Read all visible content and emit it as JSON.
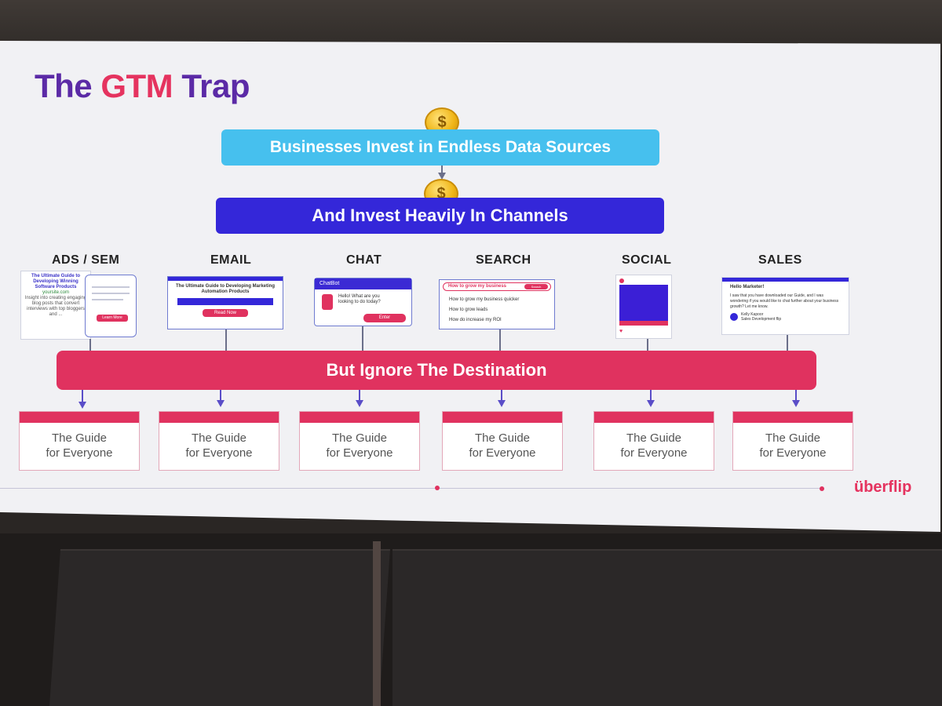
{
  "slide": {
    "title_part1": "The",
    "title_accent": "GTM",
    "title_part2": "Trap",
    "coin_symbol": "$",
    "step1": "Businesses Invest in Endless Data Sources",
    "step2": "And Invest Heavily In Channels",
    "step3": "But Ignore The Destination",
    "logo": "überflip"
  },
  "channels": [
    {
      "label": "ADS / SEM"
    },
    {
      "label": "EMAIL"
    },
    {
      "label": "CHAT"
    },
    {
      "label": "SEARCH"
    },
    {
      "label": "SOCIAL"
    },
    {
      "label": "SALES"
    }
  ],
  "mocks": {
    "ads": {
      "title": "The Ultimate Guide to Developing Winning Software Products",
      "site": "yoursite.com",
      "desc": "Insight into creating engaging blog posts that convert interviews with top bloggers and ...",
      "button": "Learn More"
    },
    "email": {
      "title": "The Ultimate Guide to Developing Marketing Automation Products",
      "button": "Read Now"
    },
    "chat": {
      "header": "ChatBot",
      "message": "Hello! What are you looking to do today?",
      "button": "Enter"
    },
    "search": {
      "query": "How to grow my business",
      "button": "Search",
      "results": [
        "How to grow my business quicker",
        "How to grow leads",
        "How do increase my ROI"
      ]
    },
    "sales": {
      "greeting": "Hello Marketer!",
      "body": "I saw that you have downloaded our Guide, and I was wondering if you would like to chat further about your business growth? Let me know.",
      "name": "Kelly Kapoor",
      "role": "Sales Development flip"
    }
  },
  "destination_cards": [
    {
      "line1": "The Guide",
      "line2": "for Everyone"
    },
    {
      "line1": "The Guide",
      "line2": "for Everyone"
    },
    {
      "line1": "The Guide",
      "line2": "for Everyone"
    },
    {
      "line1": "The Guide",
      "line2": "for Everyone"
    },
    {
      "line1": "The Guide",
      "line2": "for Everyone"
    },
    {
      "line1": "The Guide",
      "line2": "for Everyone"
    }
  ],
  "colors": {
    "pink": "#e0325f",
    "purple": "#5b2aa6",
    "blue_light": "#46c0ee",
    "blue_dark": "#3427d9"
  }
}
